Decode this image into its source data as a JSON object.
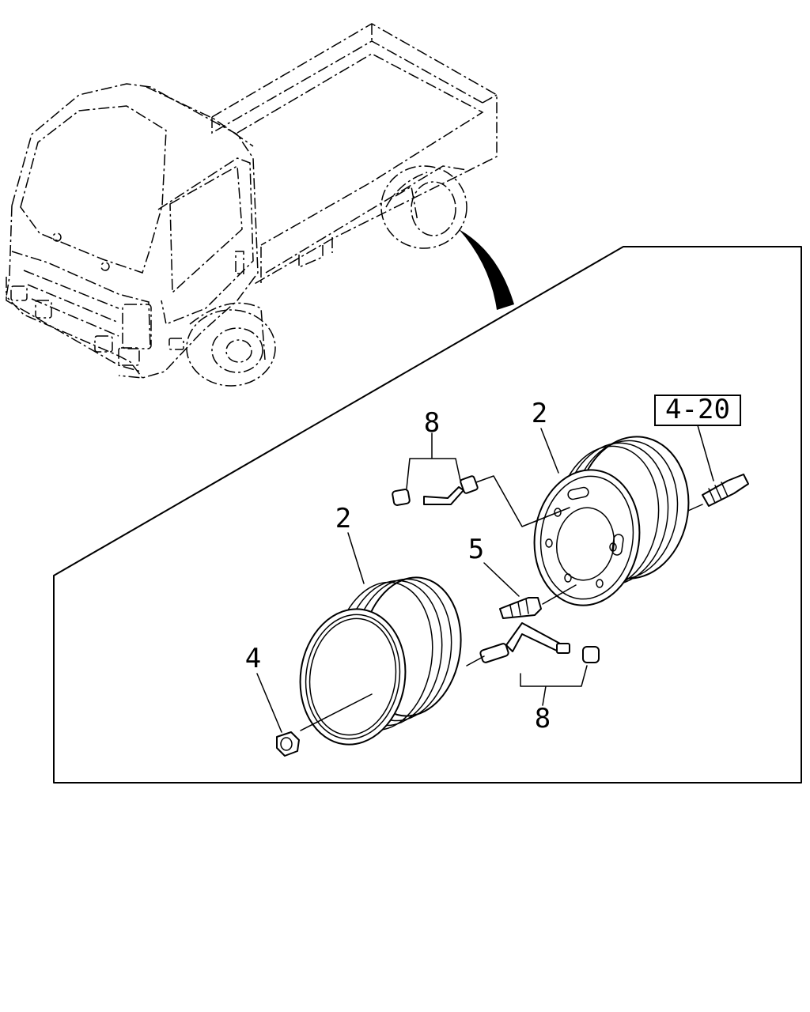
{
  "callouts": {
    "wheel_rear": "2",
    "wheel_front": "2",
    "valve_upper": "8",
    "valve_lower": "8",
    "stud": "5",
    "nut": "4",
    "reference": "4-20"
  }
}
